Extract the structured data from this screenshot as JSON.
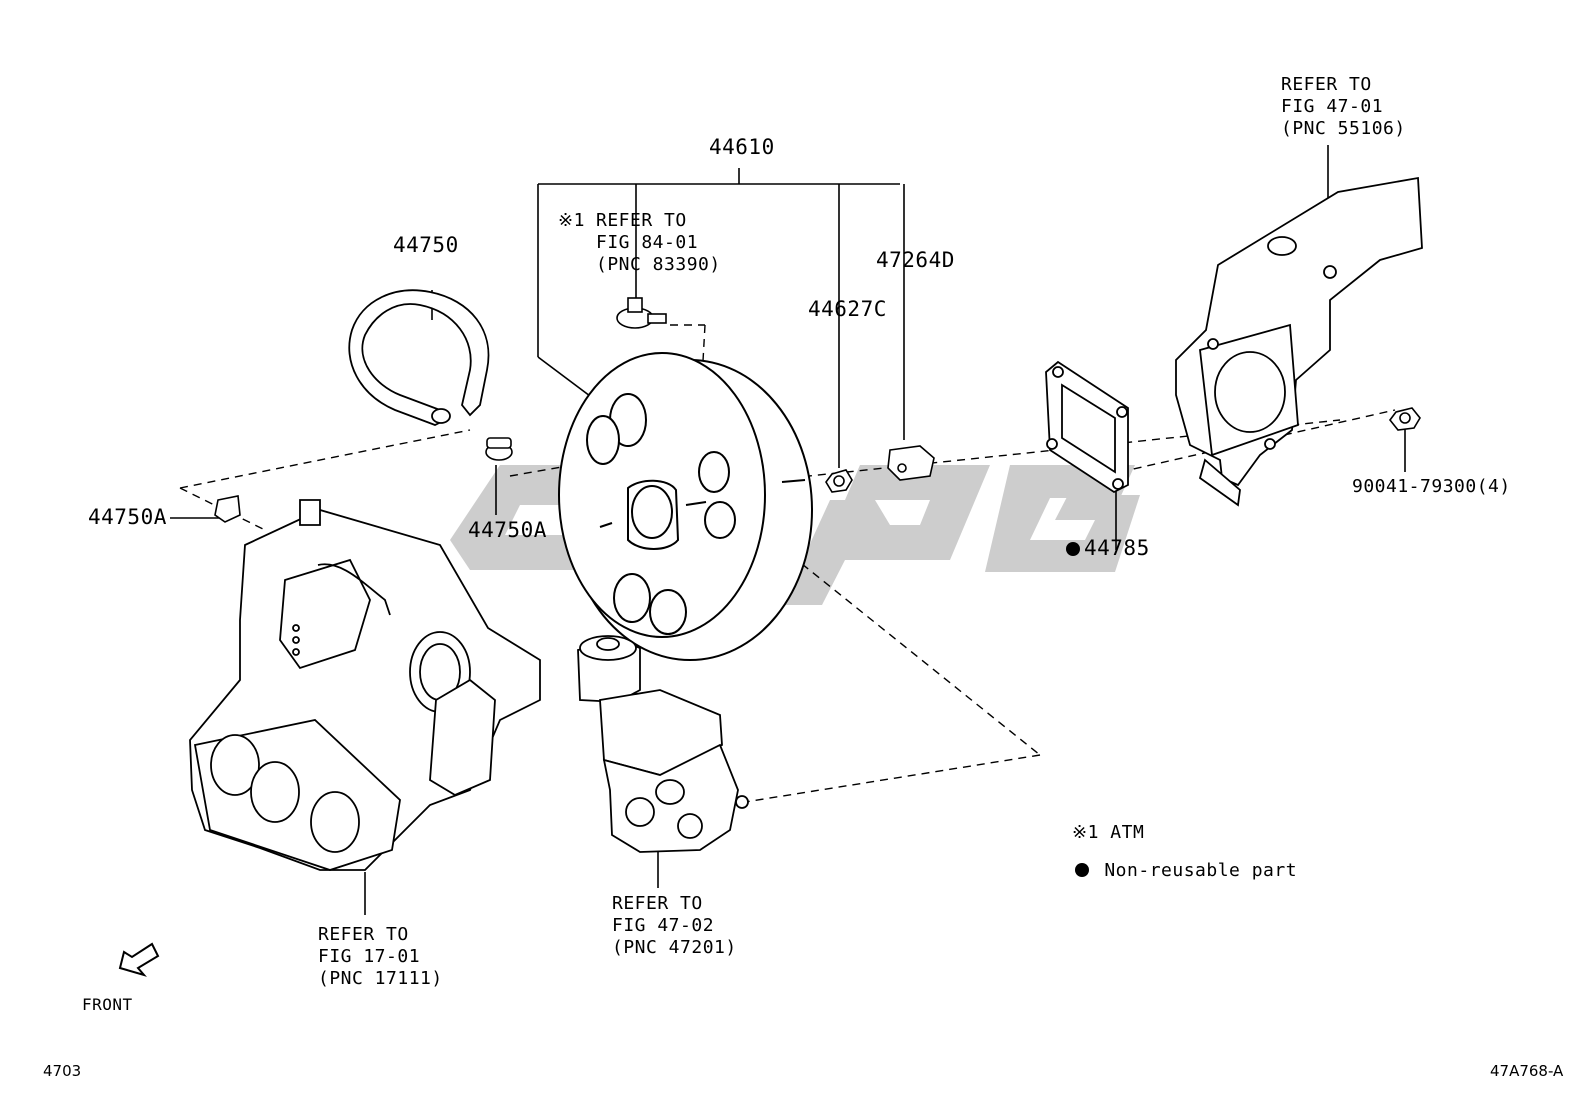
{
  "callouts": {
    "booster_assy": "44610",
    "hose": "44750",
    "hose_clip_a_left": "44750A",
    "hose_clip_a_center": "44750A",
    "gasket_booster": "44627C",
    "clevis": "47264D",
    "gasket": "44785",
    "nut": "90041-79300(4)"
  },
  "refs": {
    "sensor": {
      "mark": "※1",
      "line1": "REFER TO",
      "line2": "FIG 84-01",
      "line3": "(PNC 83390)"
    },
    "bracket": {
      "line1": "REFER TO",
      "line2": "FIG 47-01",
      "line3": "(PNC 55106)"
    },
    "manifold": {
      "line1": "REFER TO",
      "line2": "FIG 17-01",
      "line3": "(PNC 17111)"
    },
    "master_cyl": {
      "line1": "REFER TO",
      "line2": "FIG 47-02",
      "line3": "(PNC 47201)"
    }
  },
  "legend": {
    "atm_mark": "※1",
    "atm_text": "ATM",
    "nonreusable_text": "Non-reusable part"
  },
  "front_label": "FRONT",
  "page_code": "4703",
  "drawing_id": "47A768-A",
  "colors": {
    "ink": "#000000",
    "watermark": "#c8c8c8"
  }
}
